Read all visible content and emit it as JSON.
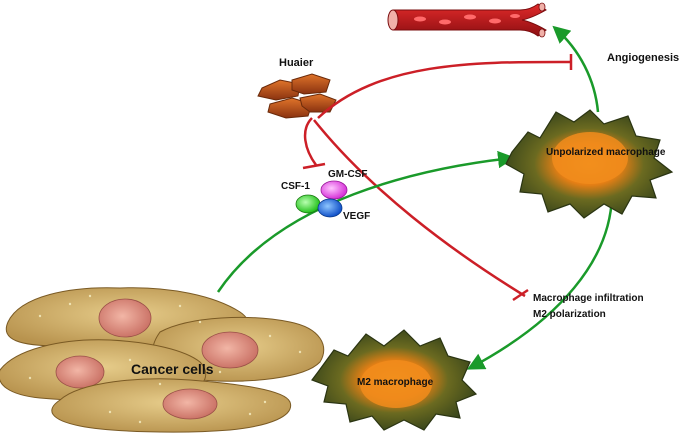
{
  "labels": {
    "angiogenesis": "Angiogenesis",
    "huaier": "Huaier",
    "gm_csf": "GM-CSF",
    "csf_1": "CSF-1",
    "vegf": "VEGF",
    "unpolarized_macrophage": "Unpolarized macrophage",
    "macrophage_infiltration": "Macrophage infiltration",
    "m2_polarization": "M2 polarization",
    "m2_macrophage": "M2 macrophage",
    "cancer_cells": "Cancer cells"
  },
  "colors": {
    "inhibition": "#cc1f27",
    "activation": "#1a9a2a",
    "macrophage_body": "#4a5a1f",
    "macrophage_core": "#f08a1a",
    "cancer_cell": "#c8a860",
    "cancer_nucleus": "#d88a80",
    "huaier": "#c2521a",
    "vessel": "#c0181e"
  },
  "icons": [
    "blood-vessel-icon",
    "huaier-mushroom-icon",
    "cytokine-cluster-icon",
    "macrophage-icon",
    "cancer-cell-icon"
  ]
}
